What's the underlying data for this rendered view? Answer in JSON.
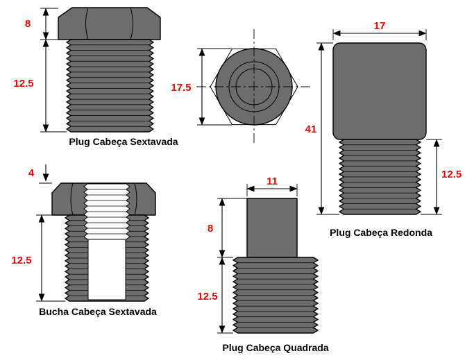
{
  "colors": {
    "background": "#ffffff",
    "part_fill": "#6d6d6d",
    "outline": "#000000",
    "dimension_text": "#ee0000",
    "label_text": "#000000"
  },
  "figures": {
    "hex_plug": {
      "label": "Plug Cabeça Sextavada",
      "dims": {
        "head_height": "8",
        "thread_length": "12.5"
      }
    },
    "hex_top_view": {
      "dims": {
        "across_flats": "17.5"
      }
    },
    "round_plug": {
      "label": "Plug Cabeça Redonda",
      "dims": {
        "head_width": "17",
        "total_height": "41",
        "thread_length": "12.5"
      }
    },
    "hex_bushing": {
      "label": "Bucha Cabeça Sextavada",
      "dims": {
        "head_height": "4",
        "thread_length": "12.5"
      }
    },
    "square_plug": {
      "label": "Plug Cabeça Quadrada",
      "dims": {
        "head_width": "11",
        "head_height": "8",
        "thread_length": "12.5"
      }
    }
  }
}
